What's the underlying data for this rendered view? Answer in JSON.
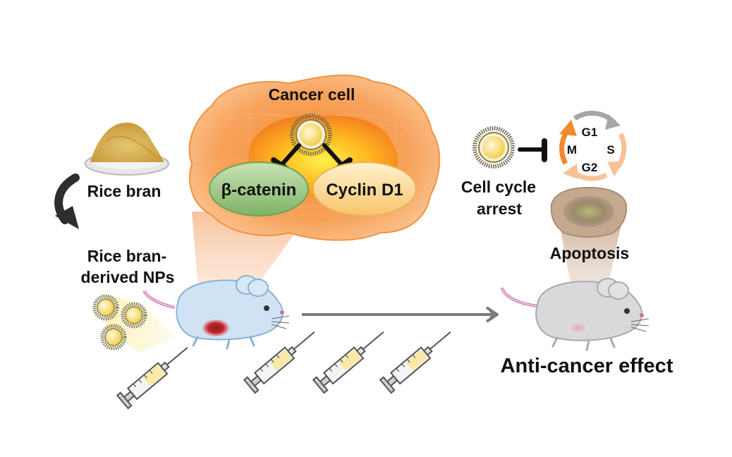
{
  "labels": {
    "rice_bran": "Rice bran",
    "np_line1": "Rice bran-",
    "np_line2": "derived NPs",
    "cancer_cell": "Cancer cell",
    "beta_catenin": "β-catenin",
    "cyclin_d1": "Cyclin D1",
    "cell_cycle_line1": "Cell cycle",
    "cell_cycle_line2": "arrest",
    "apoptosis": "Apoptosis",
    "anti_cancer": "Anti-cancer effect",
    "phase_g1": "G1",
    "phase_s": "S",
    "phase_g2": "G2",
    "phase_m": "M"
  },
  "colors": {
    "cell_outer": "#f7a35c",
    "cell_inner": "#f58220",
    "beta_catenin": "#8fc07a",
    "cyclin_d1": "#fbd489",
    "nanoparticle_core": "#f6dc6b",
    "mouse_treated": "#cfe3f4",
    "mouse_healthy": "#d9d9dc",
    "arrow": "#7a7a7a",
    "tumor": "#c0272d",
    "cycle_orange": "#f08a2c",
    "cycle_peach": "#f7c19a",
    "cycle_gray": "#a6a6a6"
  }
}
